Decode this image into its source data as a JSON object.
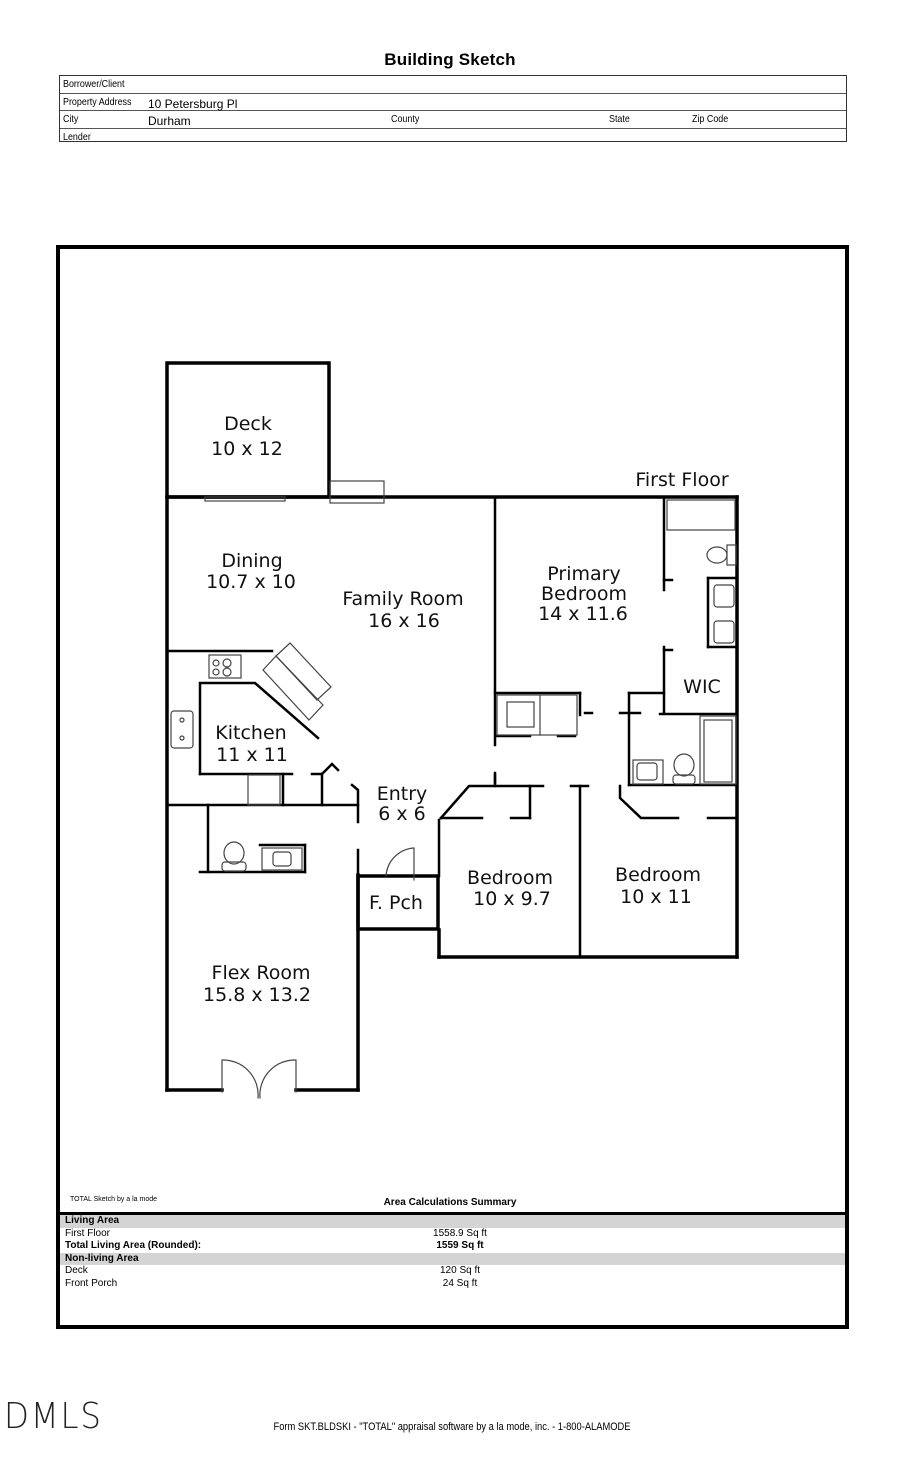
{
  "header": {
    "title": "Building Sketch",
    "fields": {
      "borrower_label": "Borrower/Client",
      "borrower_value": "",
      "address_label": "Property Address",
      "address_value": "10 Petersburg Pl",
      "city_label": "City",
      "city_value": "Durham",
      "county_label": "County",
      "state_label": "State",
      "zip_label": "Zip Code",
      "lender_label": "Lender"
    }
  },
  "plan": {
    "floor_label": "First Floor",
    "rooms": [
      {
        "name": "Deck",
        "dims": "10 x 12"
      },
      {
        "name": "Dining",
        "dims": "10.7 x 10"
      },
      {
        "name": "Family Room",
        "dims": "16 x 16"
      },
      {
        "name": "Primary",
        "name2": "Bedroom",
        "dims": "14 x 11.6"
      },
      {
        "name": "WIC"
      },
      {
        "name": "Kitchen",
        "dims": "11 x 11"
      },
      {
        "name": "Entry",
        "dims": "6 x 6"
      },
      {
        "name": "F. Pch"
      },
      {
        "name": "Bedroom",
        "dims": "10 x 9.7"
      },
      {
        "name": "Bedroom",
        "dims": "10 x 11"
      },
      {
        "name": "Flex Room",
        "dims": "15.8 x 13.2"
      }
    ]
  },
  "summary": {
    "software_tag": "TOTAL Sketch by a la mode",
    "title": "Area Calculations Summary",
    "rows": [
      {
        "label": "Living Area",
        "value": ""
      },
      {
        "label": "First Floor",
        "value": "1558.9 Sq ft"
      },
      {
        "label": "Total Living Area (Rounded):",
        "value": "1559 Sq ft"
      },
      {
        "label": "Non-living Area",
        "value": ""
      },
      {
        "label": "Deck",
        "value": "120 Sq ft"
      },
      {
        "label": "Front Porch",
        "value": "24 Sq ft"
      }
    ]
  },
  "footer": {
    "logo": "DMLS",
    "form_text": "Form SKT.BLDSKI - \"TOTAL\" appraisal software by a la mode, inc. - 1-800-ALAMODE"
  }
}
